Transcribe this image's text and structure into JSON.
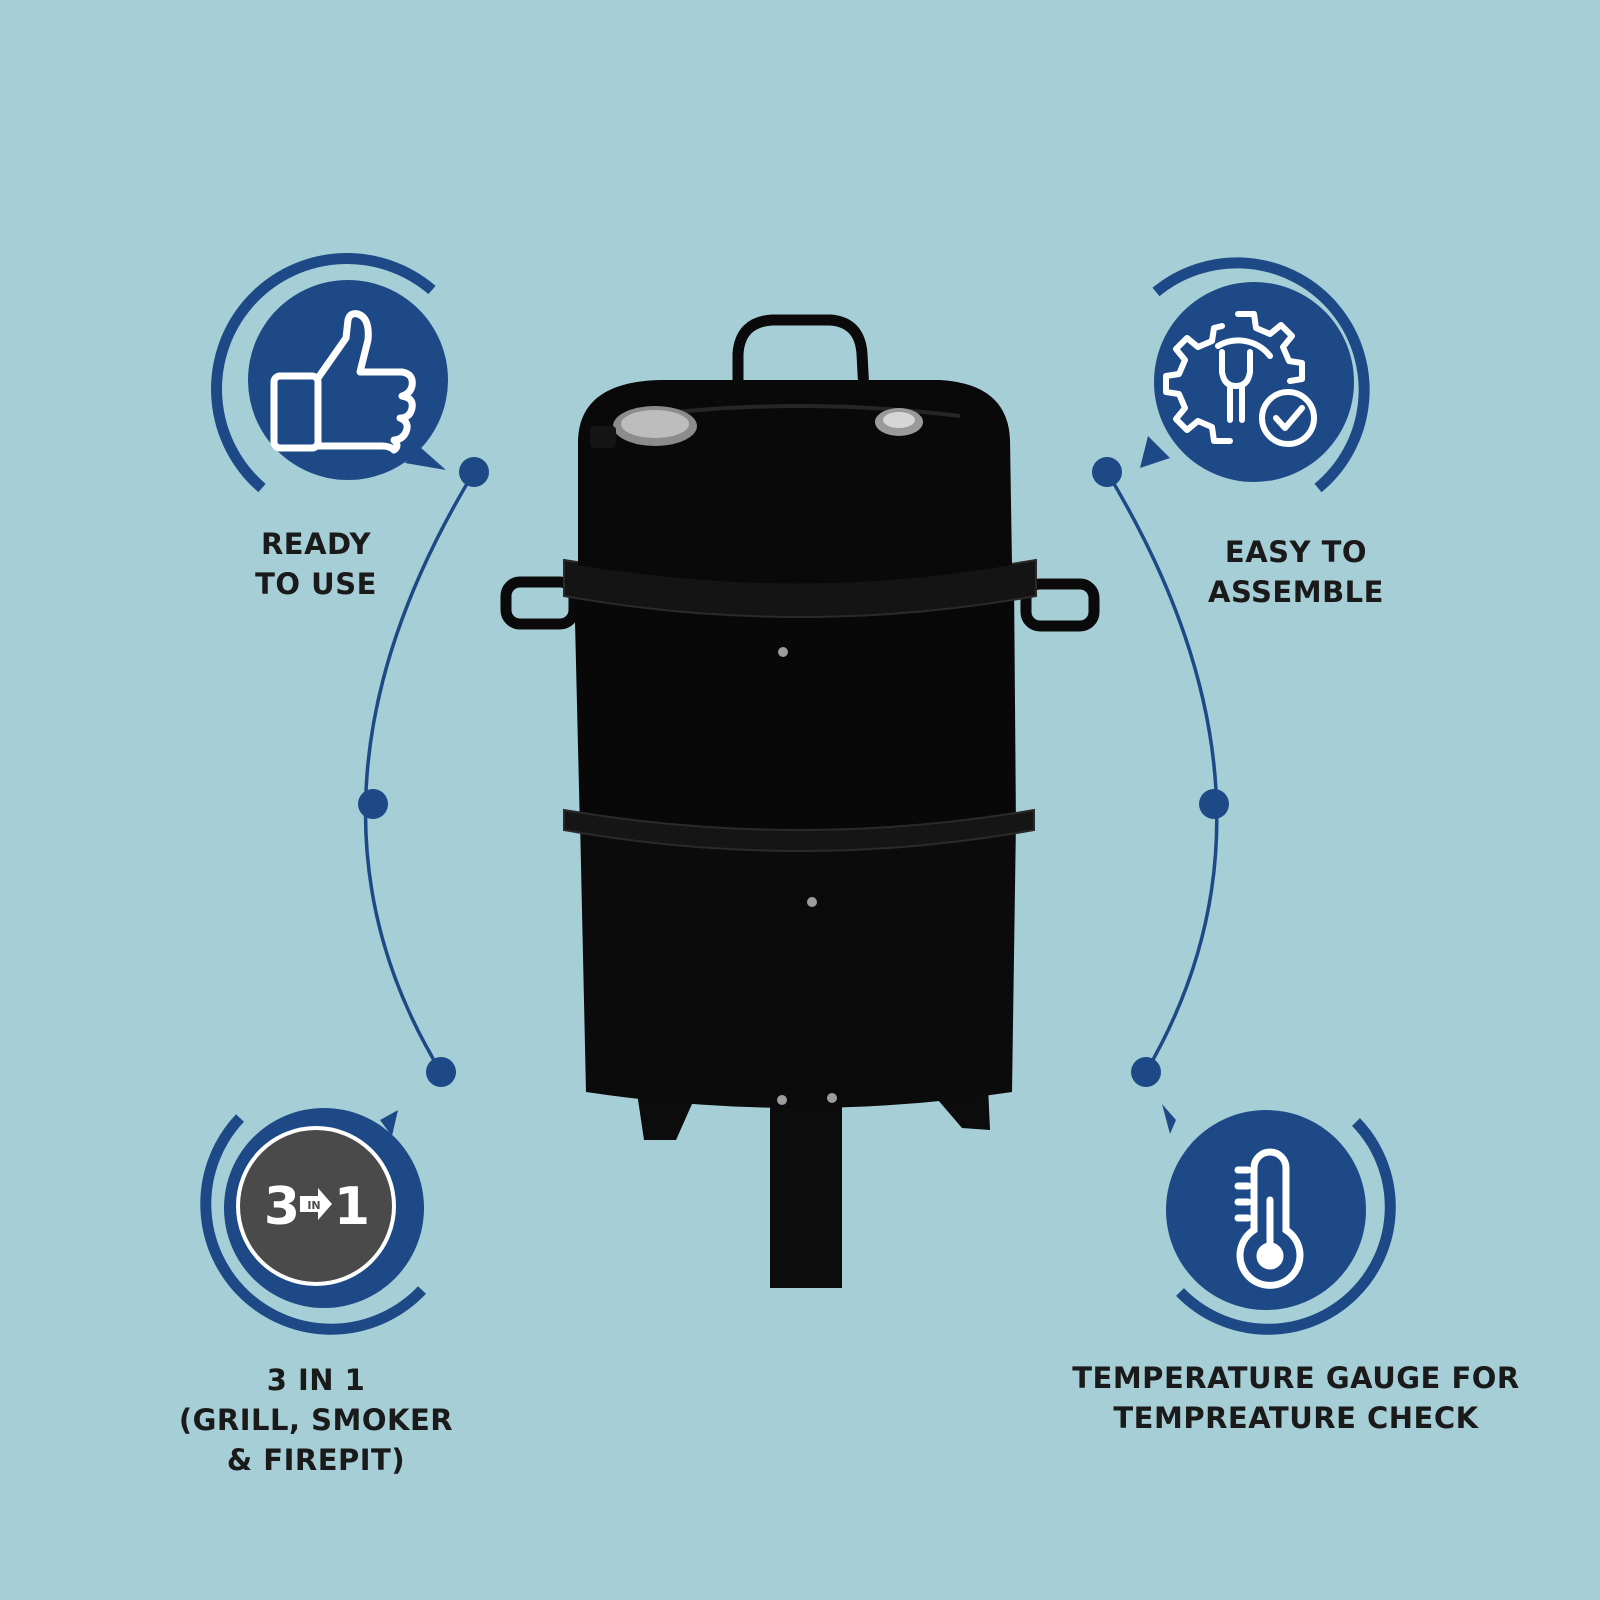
{
  "colors": {
    "background": "#a6ced6",
    "accent_blue": "#1d4a86",
    "icon_line": "#ffffff",
    "badge_dark": "#4a4a4a",
    "product_black": "#0a0a0a",
    "label_text": "#1a1a1a"
  },
  "features": [
    {
      "icon": "thumbs-up-icon",
      "lines": [
        "READY",
        "TO USE"
      ]
    },
    {
      "icon": "gear-wrench-check-icon",
      "lines": [
        "EASY TO",
        "ASSEMBLE"
      ]
    },
    {
      "icon": "three-in-one-badge-icon",
      "badge": {
        "left": "3",
        "middle": "IN",
        "right": "1"
      },
      "lines": [
        "3 IN 1",
        "(GRILL, SMOKER",
        "& FIREPIT)"
      ]
    },
    {
      "icon": "thermometer-icon",
      "lines": [
        "TEMPERATURE GAUGE FOR",
        "TEMPREATURE CHECK"
      ]
    }
  ],
  "product": {
    "icon": "bbq-smoker-grill-icon"
  }
}
